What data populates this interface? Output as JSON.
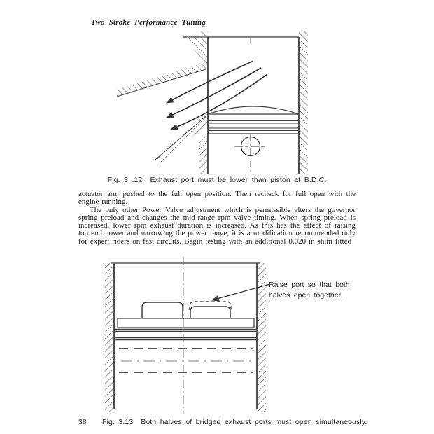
{
  "page": {
    "running_header": "Two Stroke Performance Tuning",
    "page_number": "38"
  },
  "body_text": {
    "paragraph1": "actuator arm pushed to the full open position. Then recheck for full open with the engine running.",
    "paragraph2": "The only other Power Valve adjustment which is permissible alters the governor spring preload and changes the mid-range rpm valve timing. When spring preload is increased, lower rpm exhaust duration is increased. As this has the effect of raising top end power and narrowing the power range, it is a modification recommended only for expert riders on fast circuits. Begin testing with an additional 0.020 in shim fitted"
  },
  "figure_3_12": {
    "label": "Fig. 3 .12",
    "caption": "Exhaust port must be lower than piston at B.D.C."
  },
  "figure_3_13": {
    "label": "Fig. 3.13",
    "caption": "Both halves of bridged exhaust ports must open simultaneously.",
    "annotation_line1": "Raise port so that both",
    "annotation_line2": "halves open together."
  },
  "colors": {
    "paper": "#ffffff",
    "ink": "#262626",
    "line": "#3a3a3a",
    "centerline": "#6e6e6e"
  }
}
